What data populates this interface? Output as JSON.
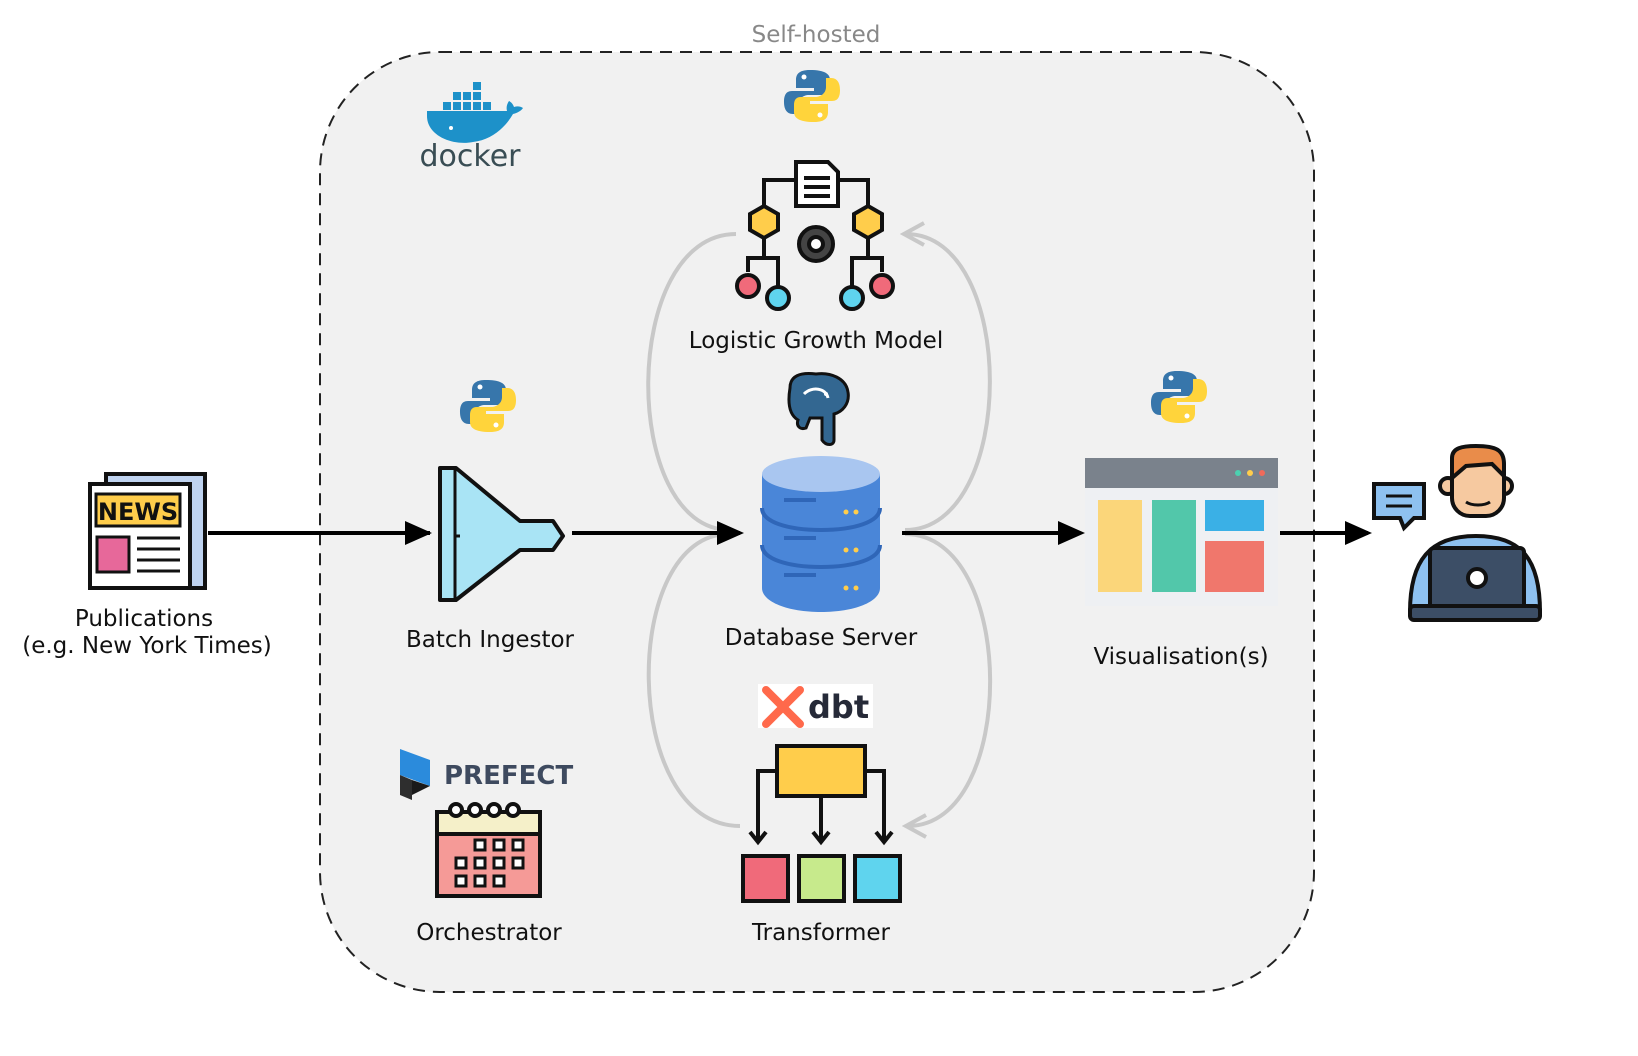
{
  "boundary": {
    "label": "Self-hosted"
  },
  "logos": {
    "docker": "docker",
    "prefect": "PREFECT",
    "dbt": "dbt",
    "news_badge": "NEWS"
  },
  "nodes": {
    "publications": {
      "label_line1": "Publications",
      "label_line2": "(e.g. New York Times)"
    },
    "batch_ingestor": {
      "label": "Batch Ingestor"
    },
    "logistic_model": {
      "label": "Logistic Growth Model"
    },
    "database_server": {
      "label": "Database Server"
    },
    "transformer": {
      "label": "Transformer"
    },
    "orchestrator": {
      "label": "Orchestrator"
    },
    "visualisation": {
      "label": "Visualisation(s)"
    }
  },
  "icons": {
    "python": "python-logo-icon",
    "postgres": "postgresql-elephant-icon",
    "newspaper": "newspaper-icon",
    "funnel": "funnel-icon",
    "model": "model-flowchart-icon",
    "database": "database-cylinder-icon",
    "dashboard": "dashboard-window-icon",
    "user": "user-with-laptop-icon",
    "calendar": "calendar-icon",
    "tree": "transform-tree-icon"
  },
  "colors": {
    "boundary_fill": "#f1f1f1",
    "arrow": "#000000",
    "feedback_arrow": "#c8c8c8",
    "db_blue": "#4a86d8",
    "python_blue": "#3776ab",
    "python_yellow": "#ffd43b"
  }
}
